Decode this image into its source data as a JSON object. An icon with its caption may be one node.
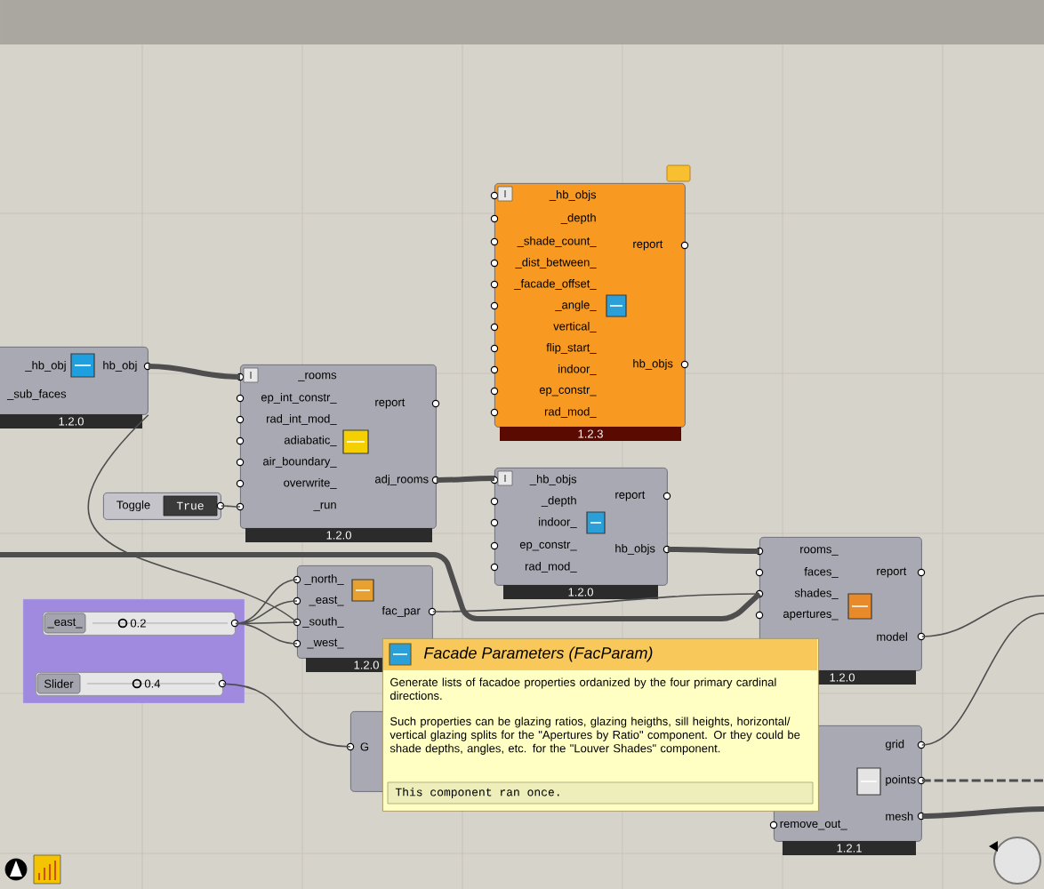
{
  "diagram": {
    "nodes": [
      {
        "text": [
          "_hb_obj",
          "_sub_faces",
          "hb_obj",
          "1.2.0"
        ]
      },
      {
        "text": [
          "_rooms",
          "ep_int_constr_",
          "rad_int_mod_",
          "adiabatic_",
          "air_boundary_",
          "overwrite_",
          "_run",
          "report",
          "adj_rooms",
          "1.2.0"
        ]
      },
      {
        "text": [
          "_hb_objs",
          "_depth",
          "_shade_count_",
          "_dist_between_",
          "_facade_offset_",
          "_angle_",
          "vertical_",
          "flip_start_",
          "indoor_",
          "ep_constr_",
          "rad_mod_",
          "report",
          "hb_objs",
          "1.2.3"
        ]
      },
      {
        "text": [
          "_hb_objs",
          "_depth",
          "indoor_",
          "ep_constr_",
          "rad_mod_",
          "report",
          "hb_objs",
          "1.2.0"
        ]
      },
      {
        "text": [
          "rooms_",
          "faces_",
          "shades_",
          "apertures_",
          "report",
          "model",
          "1.2.0"
        ]
      },
      {
        "text": [
          "_north_",
          "_east_",
          "_south_",
          "_west_",
          "fac_par",
          "1.2.0"
        ]
      },
      {
        "text": [
          "Toggle",
          "True"
        ]
      },
      {
        "text": [],
        "shape": "box"
      },
      {
        "text": [
          "_east_",
          "0.2"
        ],
        "in": 7
      },
      {
        "text": [
          "Slider",
          "0.4"
        ],
        "in": 7
      },
      {
        "text": [
          "G"
        ]
      },
      {
        "text": [
          "remove_out_",
          "grid",
          "points",
          "mesh",
          "1.2.1"
        ]
      },
      {
        "text": [
          "Facade Parameters (FacParam)",
          "Generate lists of facadoe properties ordanized by the four primary cardinal directions.",
          "Such properties can be glazing ratios, glazing heigths, sill heights, horizontal/ vertical glazing splits for the \"Apertures by Ratio\" component. Or they could be shade depths, angles, etc. for the \"Louver Shades\" component.",
          "This component ran once."
        ]
      }
    ],
    "edges": [
      {
        "from": 0,
        "to": 1,
        "arrow": "none",
        "style": "thick"
      },
      {
        "from": 1,
        "to": 3,
        "arrow": "none",
        "style": "thick"
      },
      {
        "from": 6,
        "to": 1,
        "arrow": "none"
      },
      {
        "from": 3,
        "to": 4,
        "arrow": "none",
        "style": "thick"
      },
      {
        "from": 8,
        "to": 5,
        "arrow": "none"
      },
      {
        "from": 9,
        "to": 10,
        "arrow": "none"
      },
      {
        "from": 5,
        "to": 4,
        "arrow": "none"
      },
      {
        "from": null,
        "to": 4,
        "arrow": "none",
        "style": "thick"
      },
      {
        "from": 4,
        "to": null,
        "arrow": "none"
      },
      {
        "from": 11,
        "to": null,
        "arrow": "none"
      },
      {
        "from": 11,
        "to": null,
        "arrow": "none",
        "style": "dashed"
      },
      {
        "from": 11,
        "to": null,
        "arrow": "none",
        "style": "thick"
      },
      {
        "from": 0,
        "to": 5,
        "arrow": "none"
      }
    ]
  }
}
